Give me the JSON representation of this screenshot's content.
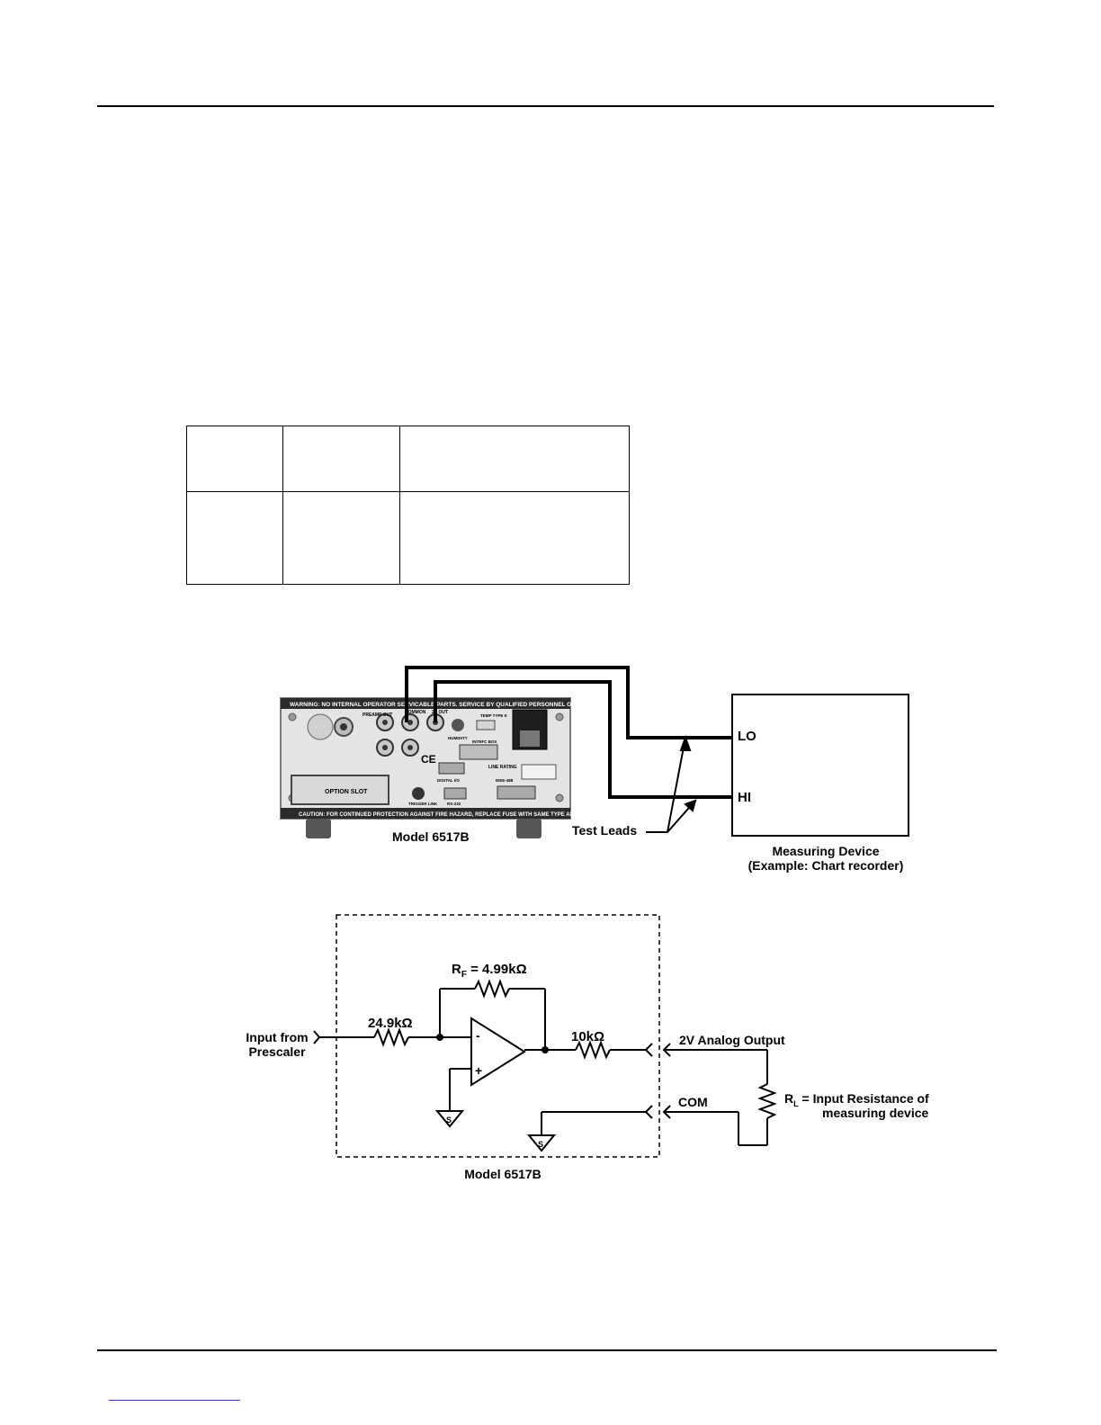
{
  "table": {
    "rows": [
      [
        "",
        "",
        ""
      ],
      [
        "",
        "",
        ""
      ]
    ]
  },
  "figure1": {
    "instrument_warning": "WARNING: NO INTERNAL OPERATOR SERVICABLE PARTS. SERVICE BY QUALIFIED PERSONNEL ONLY.",
    "instrument_caution": "CAUTION: FOR CONTINUED PROTECTION AGAINST FIRE HAZARD, REPLACE FUSE WITH SAME TYPE AND RATING.",
    "panel_labels": {
      "preamp_out": "PREAMP OUT",
      "common": "COMMON",
      "v2_out": "2V OUT",
      "temp": "TEMP TYPE K",
      "humidity": "HUMIDITY",
      "intrfc": "INTRFC BOX",
      "digital_io": "DIGITAL I/O",
      "line_rating": "LINE RATING",
      "option_slot": "OPTION SLOT",
      "trigger_link": "TRIGGER LINK",
      "rs232": "RS-232",
      "ieee": "IEEE-488"
    },
    "instrument_label": "Model 6517B",
    "test_leads_label": "Test Leads",
    "lo_label": "LO",
    "hi_label": "HI",
    "device_label_line1": "Measuring Device",
    "device_label_line2": "(Example: Chart recorder)"
  },
  "figure2": {
    "rf_label": "R",
    "rf_sub": "F",
    "rf_value": " = 4.99kΩ",
    "r_in_label": "24.9kΩ",
    "r_out_label": "10kΩ",
    "input_line1": "Input from",
    "input_line2": "Prescaler",
    "minus": "-",
    "plus": "+",
    "ground_symbol": "S",
    "analog_output_label": "2V Analog Output",
    "com_label": "COM",
    "rl_label": "R",
    "rl_sub": "L",
    "rl_desc_line1": " = Input Resistance of",
    "rl_desc_line2": "measuring device",
    "box_label": "Model 6517B"
  }
}
